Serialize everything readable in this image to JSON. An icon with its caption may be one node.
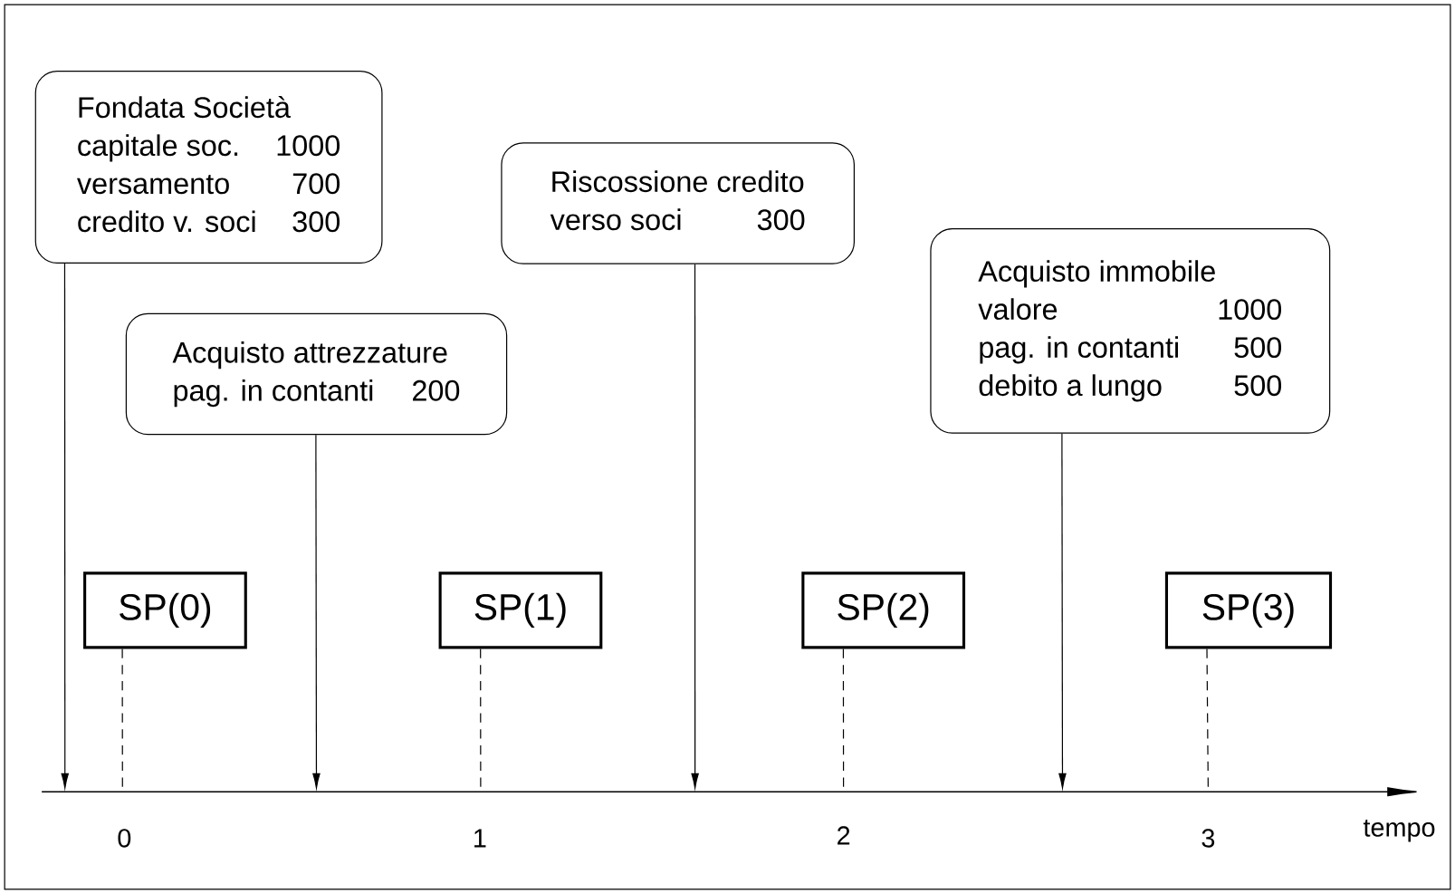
{
  "diagram": {
    "nodes": [
      {
        "text": [
          "Fondata Società",
          "capitale soc.",
          "1000",
          "versamento",
          "700",
          "credito v. soci",
          "300"
        ]
      },
      {
        "text": [
          "Acquisto attrezzature",
          "pag. in contanti",
          "200"
        ]
      },
      {
        "text": [
          "Riscossione credito",
          "verso soci",
          "300"
        ]
      },
      {
        "text": [
          "Acquisto immobile",
          "valore",
          "1000",
          "pag. in contanti",
          "500",
          "debito a lungo",
          "500"
        ]
      },
      {
        "text": [
          "SP(0)"
        ]
      },
      {
        "text": [
          "SP(1)"
        ]
      },
      {
        "text": [
          "SP(2)"
        ]
      },
      {
        "text": [
          "SP(3)"
        ]
      }
    ],
    "edges": [
      {
        "from": 0,
        "to": null,
        "arrow": "to"
      },
      {
        "from": 1,
        "to": null,
        "arrow": "to"
      },
      {
        "from": 2,
        "to": null,
        "arrow": "to"
      },
      {
        "from": 3,
        "to": null,
        "arrow": "to"
      },
      {
        "from": 4,
        "to": null,
        "arrow": "none",
        "style": "dashed"
      },
      {
        "from": 5,
        "to": null,
        "arrow": "none",
        "style": "dashed"
      },
      {
        "from": 6,
        "to": null,
        "arrow": "none",
        "style": "dashed"
      },
      {
        "from": 7,
        "to": null,
        "arrow": "none",
        "style": "dashed"
      }
    ],
    "labels": [
      "0",
      "1",
      "2",
      "3",
      "tempo"
    ]
  }
}
